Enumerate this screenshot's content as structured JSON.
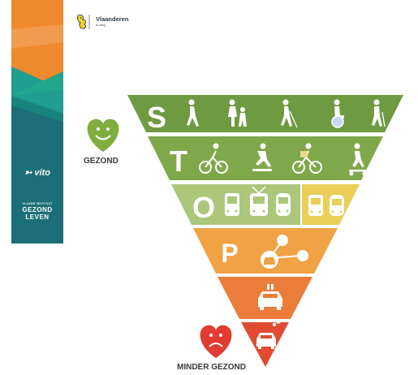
{
  "brand": {
    "name": "Vlaanderen",
    "tagline": "is zorg",
    "vito": "vito",
    "institute_line": "VLAAMS INSTITUUT",
    "gezond": "GEZOND",
    "leven": "LEVEN"
  },
  "labels": {
    "healthy": "GEZOND",
    "unhealthy": "MINDER GEZOND"
  },
  "levels": [
    {
      "letter": "S",
      "icons": [
        "walking-person-icon",
        "family-walking-icon",
        "blind-person-cane-icon",
        "wheelchair-user-icon",
        "elderly-person-walking-icon"
      ]
    },
    {
      "letter": "T",
      "icons": [
        "cyclist-icon",
        "skateboarder-icon",
        "cargo-cyclist-icon",
        "scooter-rider-icon"
      ]
    },
    {
      "letter": "O",
      "icons": [
        "bus-icon",
        "tram-icon",
        "train-icon",
        "bus-icon",
        "train-icon"
      ]
    },
    {
      "letter": "P",
      "icons": [
        "shared-car-network-icon"
      ]
    },
    {
      "letter": "",
      "icons": [
        "electric-car-icon"
      ]
    },
    {
      "letter": "",
      "icons": [
        "polluting-car-icon"
      ]
    }
  ],
  "colors": {
    "s_band": "#6e9a41",
    "t_band": "#7fa84a",
    "o_left": "#aac77a",
    "o_right": "#e9cf58",
    "p_band": "#f0a245",
    "e_band": "#ec7c3a",
    "red_band": "#e04b31",
    "heart_green": "#7fae3f",
    "heart_red": "#e23b32",
    "banner_orange": "#ee8a2d",
    "banner_teal": "#1f9e91",
    "banner_dark": "#1c6f78"
  }
}
